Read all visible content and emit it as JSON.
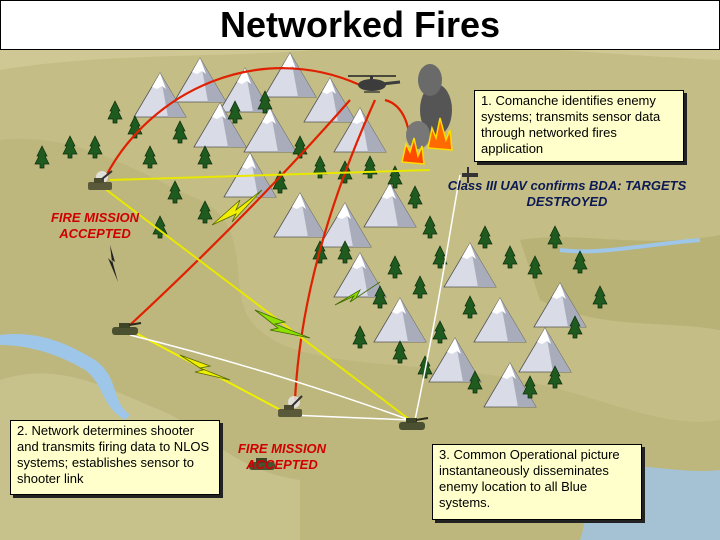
{
  "title": "Networked Fires",
  "notes": {
    "step1": "1.  Comanche identifies enemy systems; transmits sensor data through networked fires application",
    "step2": "2.  Network determines shooter and transmits firing data to NLOS systems; establishes sensor to shooter link",
    "step3": "3.  Common Operational picture instantaneously disseminates enemy location to all Blue systems."
  },
  "callouts": {
    "fire_mission_left": "FIRE MISSION ACCEPTED",
    "fire_mission_center": "FIRE MISSION ACCEPTED",
    "bda": "Class III UAV confirms BDA: TARGETS DESTROYED"
  },
  "colors": {
    "title_bg": "#ffffff",
    "note_bg": "#ffffcc",
    "callout_red": "#d00000",
    "callout_navy": "#0b1a55",
    "link_red": "#e02000",
    "link_yellow": "#f0f000",
    "link_green": "#7fe000",
    "terrain": "#c9c28e",
    "water": "#9ec6e8"
  },
  "icons": [
    "helicopter-icon",
    "uav-icon",
    "tank-icon",
    "howitzer-icon",
    "fire-icon",
    "smoke-icon",
    "tree-icon",
    "mountain-icon",
    "lightning-icon"
  ]
}
